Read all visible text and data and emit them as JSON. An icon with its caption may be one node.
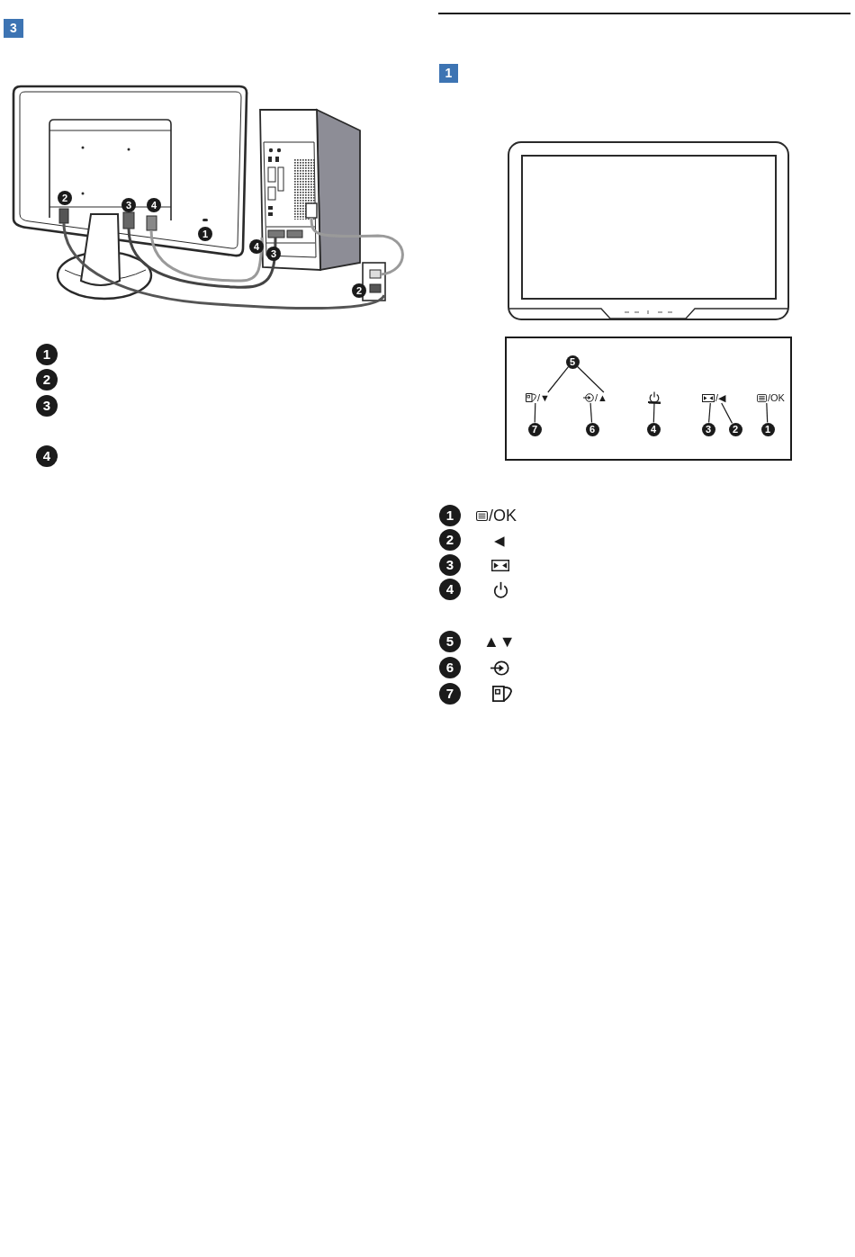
{
  "diagram": {
    "nodes": [
      {
        "text": [
          "3"
        ]
      },
      {
        "text": [
          "2"
        ]
      },
      {
        "text": [
          "3"
        ]
      },
      {
        "text": [
          "4"
        ]
      },
      {
        "text": [
          "1"
        ]
      },
      {
        "text": [
          "4"
        ]
      },
      {
        "text": [
          "3"
        ]
      },
      {
        "text": [
          "2"
        ]
      },
      {
        "text": [
          "1"
        ]
      },
      {
        "text": [],
        "shape": "box"
      },
      {
        "text": [
          "5"
        ],
        "in": 9
      },
      {
        "text": [
          "/▼"
        ],
        "in": 9
      },
      {
        "text": [
          "/▲"
        ],
        "in": 9
      },
      {
        "text": [],
        "shape": "picture",
        "in": 9
      },
      {
        "text": [
          "/◀"
        ],
        "in": 9
      },
      {
        "text": [
          "/OK"
        ],
        "in": 9
      },
      {
        "text": [
          "7"
        ],
        "in": 9
      },
      {
        "text": [
          "6"
        ],
        "in": 9
      },
      {
        "text": [
          "4"
        ],
        "in": 9
      },
      {
        "text": [
          "3"
        ],
        "in": 9
      },
      {
        "text": [
          "2"
        ],
        "in": 9
      },
      {
        "text": [
          "1"
        ],
        "in": 9
      }
    ],
    "edges": [
      {
        "from": 10,
        "to": 11,
        "arrow": "none"
      },
      {
        "from": 10,
        "to": 12,
        "arrow": "none"
      },
      {
        "from": 16,
        "to": 11,
        "arrow": "none"
      },
      {
        "from": 17,
        "to": 12,
        "arrow": "none"
      },
      {
        "from": 18,
        "to": 13,
        "arrow": "other"
      },
      {
        "from": 19,
        "to": 14,
        "arrow": "none"
      },
      {
        "from": 20,
        "to": 14,
        "arrow": "none"
      },
      {
        "from": 21,
        "to": 15,
        "arrow": "none"
      }
    ],
    "labels": [
      "1",
      "2",
      "3",
      "4",
      "1",
      "/OK",
      "2",
      "◀",
      "3",
      "4",
      "5",
      "▲▼",
      "6",
      "7"
    ]
  }
}
